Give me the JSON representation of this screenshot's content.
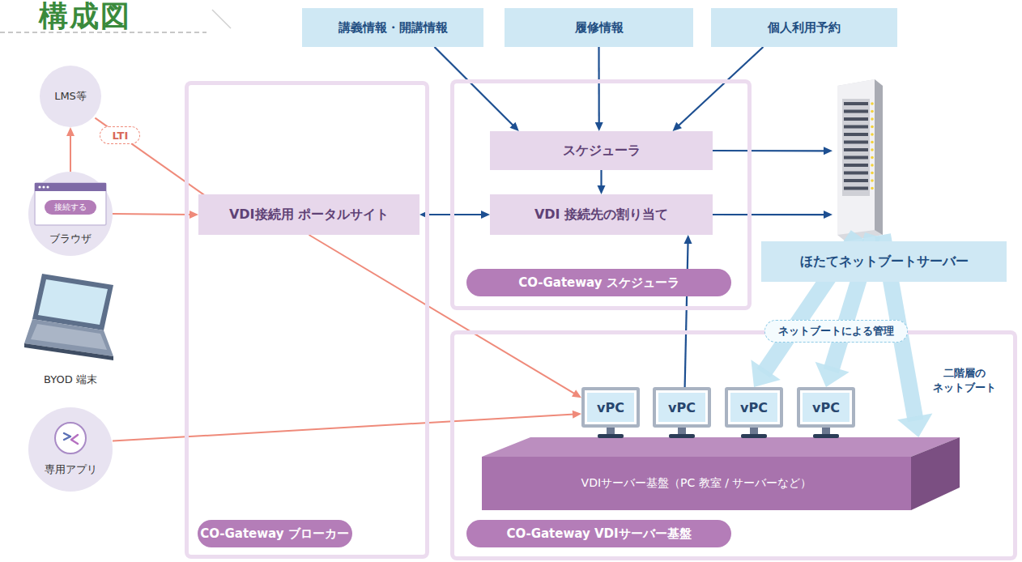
{
  "diagram": {
    "title": "構成図",
    "nodes": [
      {
        "text": [
          "講義情報・開講情報"
        ]
      },
      {
        "text": [
          "履修情報"
        ]
      },
      {
        "text": [
          "個人利用予約"
        ]
      },
      {
        "text": [
          "LMS等"
        ]
      },
      {
        "text": [
          "接続する",
          "ブラウザ"
        ]
      },
      {
        "text": [
          "専用アプリ"
        ]
      },
      {
        "text": [
          "CO-Gateway ブローカー"
        ]
      },
      {
        "text": [
          "VDI接続用 ポータルサイト"
        ],
        "in": 6
      },
      {
        "text": [
          "CO-Gateway スケジューラ"
        ]
      },
      {
        "text": [
          "スケジューラ"
        ],
        "in": 8
      },
      {
        "text": [
          "VDI 接続先の割り当て"
        ],
        "in": 8
      },
      {
        "text": [
          "ほたてネットブートサーバー"
        ]
      },
      {
        "text": [
          "CO-Gateway VDIサーバー基盤"
        ]
      },
      {
        "text": [
          "VDIサーバー基盤（PC 教室 / サーバーなど）"
        ],
        "in": 12
      },
      {
        "text": [
          "vPC"
        ],
        "in": 12
      },
      {
        "text": [
          "vPC"
        ],
        "in": 12
      },
      {
        "text": [
          "vPC"
        ],
        "in": 12
      },
      {
        "text": [
          "vPC"
        ],
        "in": 12
      }
    ],
    "edges": [
      {
        "from": 4,
        "to": 3,
        "arrow": "to"
      },
      {
        "from": 3,
        "to": 7,
        "label": "LTI",
        "arrow": "to"
      },
      {
        "from": 4,
        "to": 7,
        "arrow": "to"
      },
      {
        "from": 7,
        "to": 10,
        "arrow": "both"
      },
      {
        "from": 0,
        "to": 9,
        "arrow": "to"
      },
      {
        "from": 1,
        "to": 9,
        "arrow": "to"
      },
      {
        "from": 2,
        "to": 9,
        "arrow": "to"
      },
      {
        "from": 9,
        "to": 10,
        "arrow": "to"
      },
      {
        "from": 9,
        "to": 11,
        "arrow": "to"
      },
      {
        "from": 10,
        "to": 11,
        "arrow": "to"
      },
      {
        "from": 7,
        "to": 14,
        "arrow": "to"
      },
      {
        "from": 5,
        "to": 14,
        "arrow": "to"
      },
      {
        "from": 15,
        "to": 10,
        "arrow": "to"
      },
      {
        "from": 11,
        "to": 16,
        "arrow": "to"
      },
      {
        "from": 11,
        "to": 17,
        "arrow": "to"
      },
      {
        "from": 11,
        "to": 13,
        "arrow": "to"
      }
    ],
    "labels": [
      "BYOD 端末",
      "ネットブートによる管理",
      "二階層の ネットブート"
    ]
  }
}
